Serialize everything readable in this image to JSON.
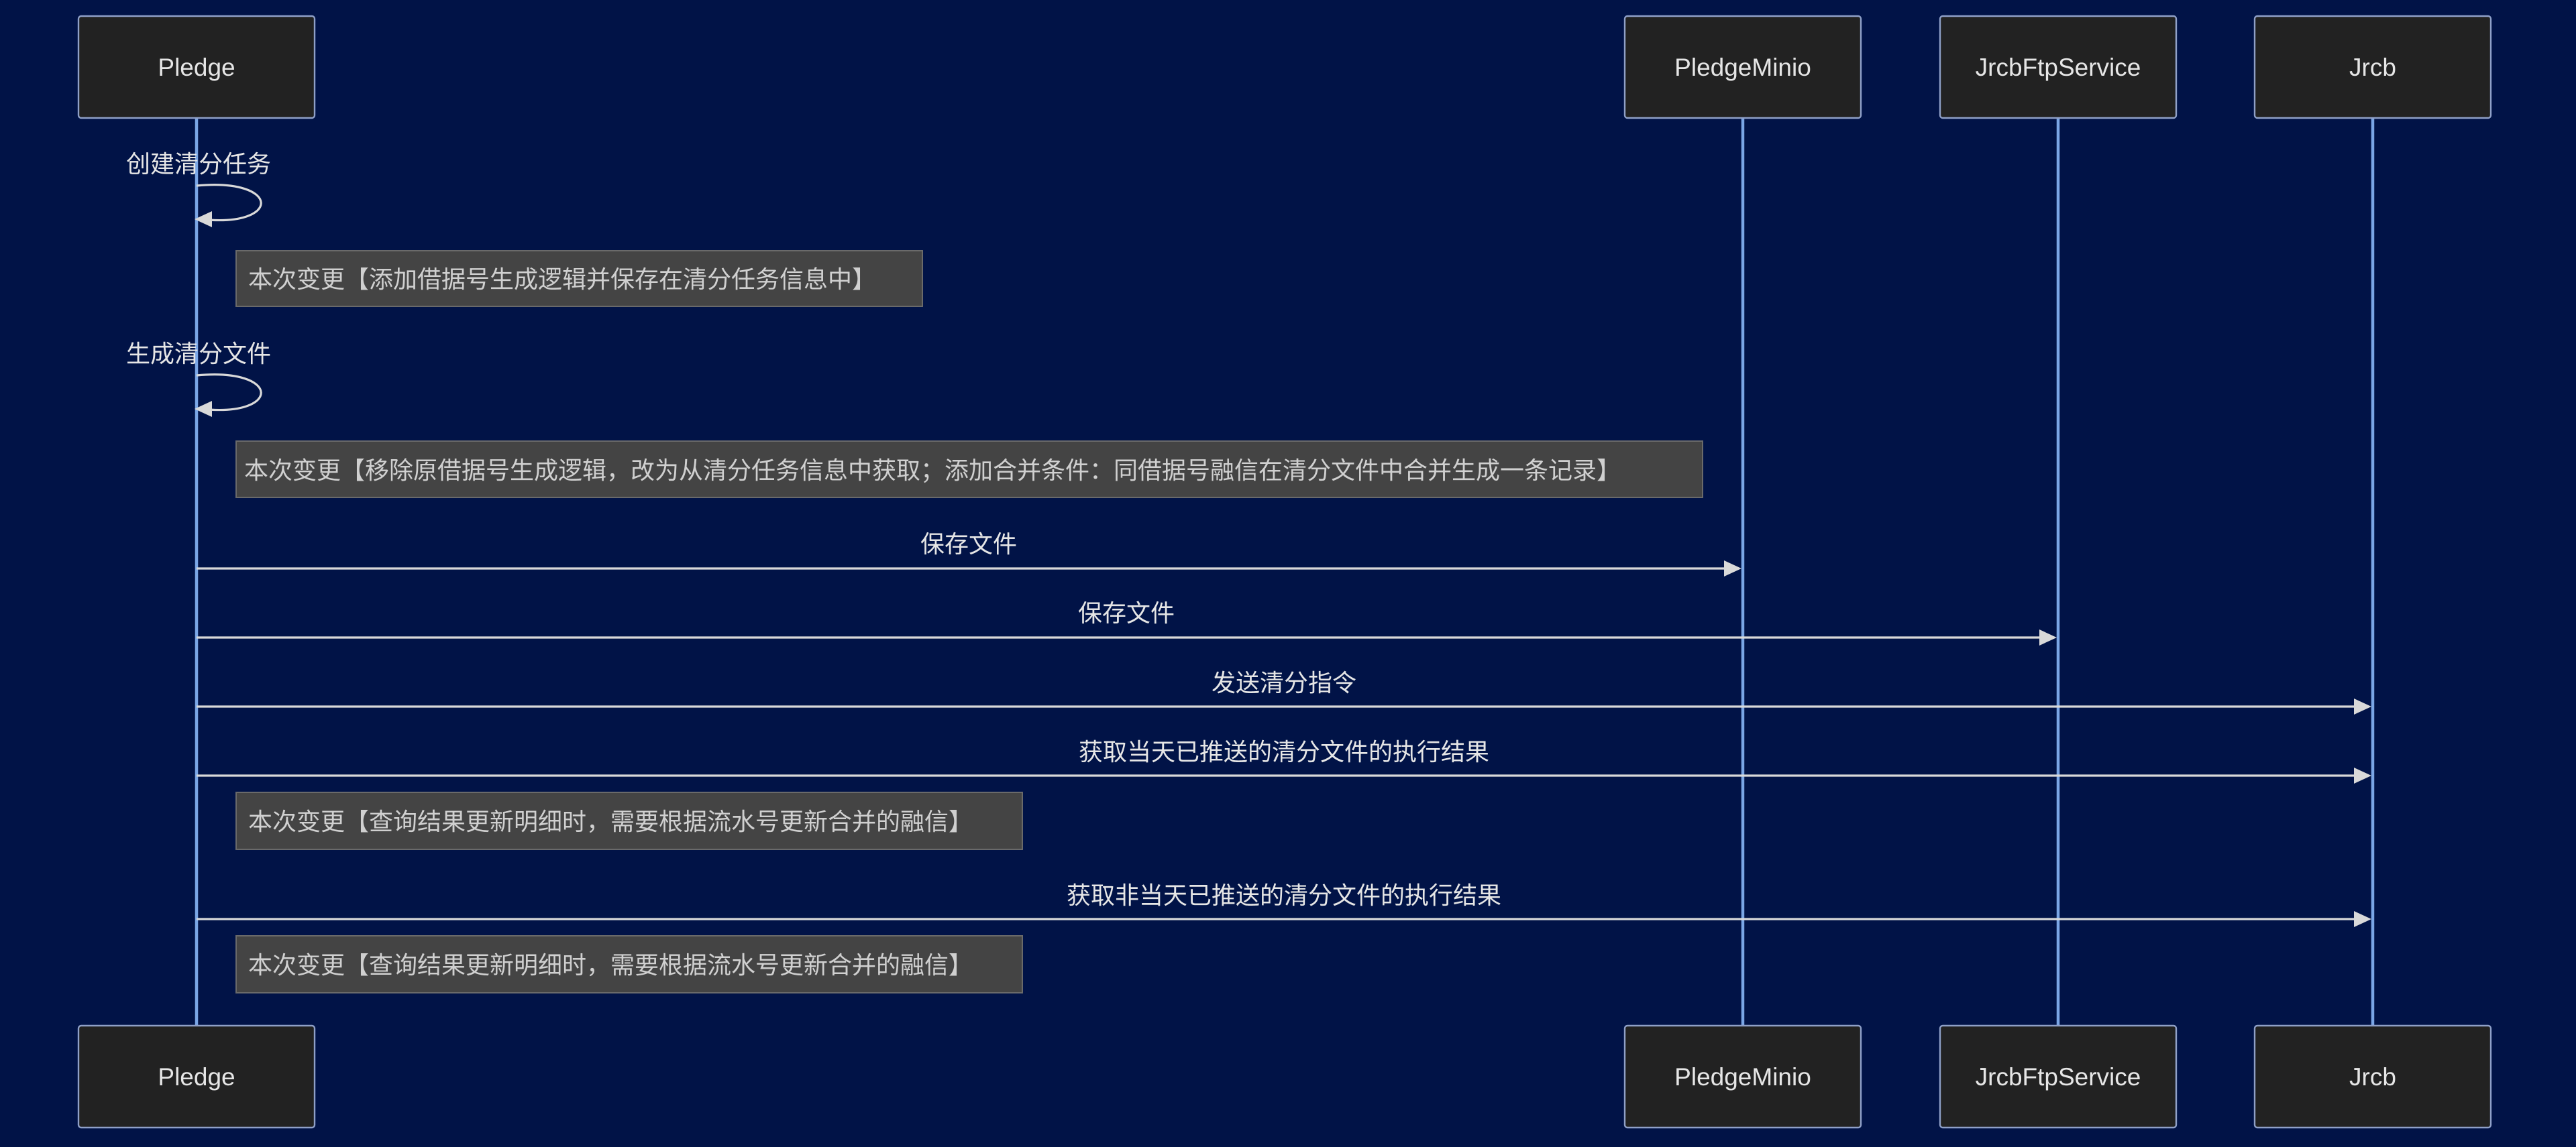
{
  "actors": [
    {
      "id": "pledge",
      "label": "Pledge"
    },
    {
      "id": "pledge_minio",
      "label": "PledgeMinio"
    },
    {
      "id": "jrcb_ftp_service",
      "label": "JrcbFtpService"
    },
    {
      "id": "jrcb",
      "label": "Jrcb"
    }
  ],
  "messages": [
    {
      "from": "Pledge",
      "to": "Pledge",
      "label": "创建清分任务"
    },
    {
      "from": "Pledge",
      "to": "Pledge",
      "label": "生成清分文件"
    },
    {
      "from": "Pledge",
      "to": "PledgeMinio",
      "label": "保存文件"
    },
    {
      "from": "Pledge",
      "to": "JrcbFtpService",
      "label": "保存文件"
    },
    {
      "from": "Pledge",
      "to": "Jrcb",
      "label": "发送清分指令"
    },
    {
      "from": "Pledge",
      "to": "Jrcb",
      "label": "获取当天已推送的清分文件的执行结果"
    },
    {
      "from": "Pledge",
      "to": "Jrcb",
      "label": "获取非当天已推送的清分文件的执行结果"
    }
  ],
  "notes": [
    {
      "label": "本次变更【添加借据号生成逻辑并保存在清分任务信息中】"
    },
    {
      "label": "本次变更【移除原借据号生成逻辑，改为从清分任务信息中获取；添加合并条件：同借据号融信在清分文件中合并生成一条记录】"
    },
    {
      "label": "本次变更【查询结果更新明细时，需要根据流水号更新合并的融信】"
    },
    {
      "label": "本次变更【查询结果更新明细时，需要根据流水号更新合并的融信】"
    }
  ],
  "colors": {
    "background": "#011347",
    "actor_fill": "#222222",
    "lifeline": "#7aa6e6",
    "message_line": "#d9d9d9",
    "note_fill": "#444444"
  }
}
